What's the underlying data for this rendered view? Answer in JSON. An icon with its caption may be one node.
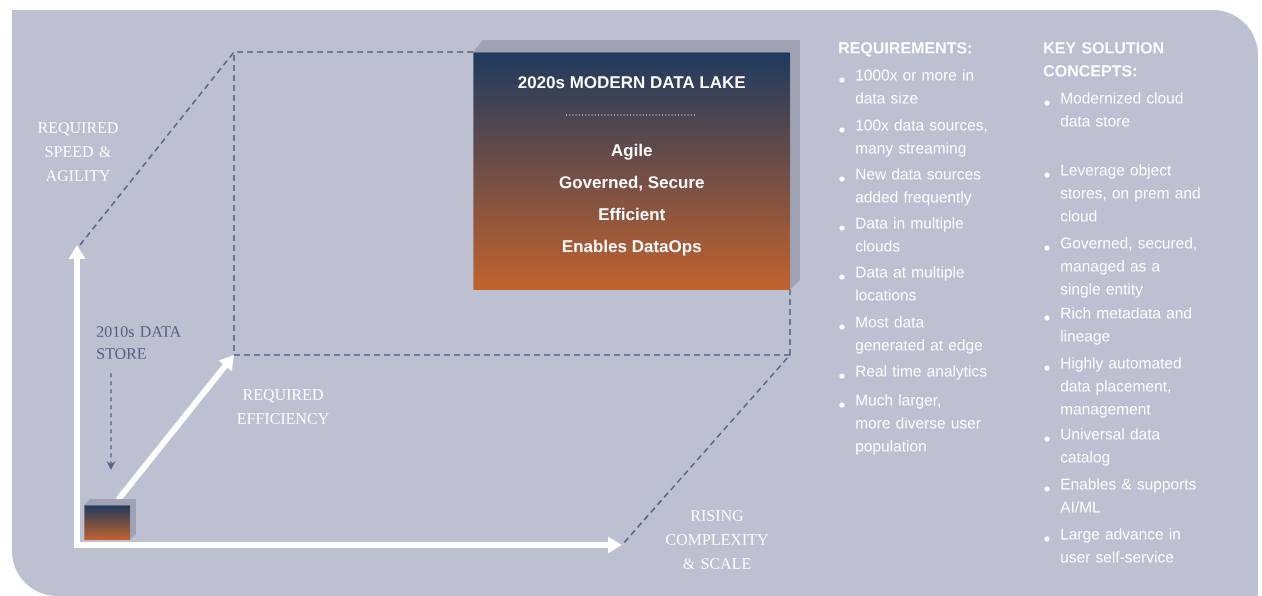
{
  "diagram": {
    "nodes": [
      {
        "text": [
          "2020s MODERN DATA LAKE",
          "Agile",
          "Governed, Secure",
          "Efficient",
          "Enables DataOps"
        ]
      },
      {
        "text": [],
        "shape": "box"
      },
      {
        "text": [
          "2010s DATA STORE"
        ]
      }
    ],
    "edges": [
      {
        "from": 2,
        "to": 1,
        "arrow": "to",
        "style": "dashed"
      }
    ],
    "labels": [
      "REQUIRED SPEED & AGILITY",
      "REQUIRED EFFICIENCY",
      "RISING COMPLEXITY & SCALE",
      "REQUIREMENTS:",
      "1000x or more in data size",
      "100x data sources, many streaming",
      "New data sources added frequently",
      "Data in multiple clouds",
      "Data at multiple locations",
      "Most data generated at edge",
      "Real time analytics",
      "Much larger, more diverse user population",
      "KEY SOLUTION CONCEPTS:",
      "Modernized cloud data store",
      "Leverage object stores, on prem and cloud",
      "Governed, secured, managed as a single entity",
      "Rich metadata and lineage",
      "Highly automated data placement, management",
      "Universal data catalog",
      "Enables & supports AI/ML",
      "Large advance in user self-service"
    ]
  }
}
